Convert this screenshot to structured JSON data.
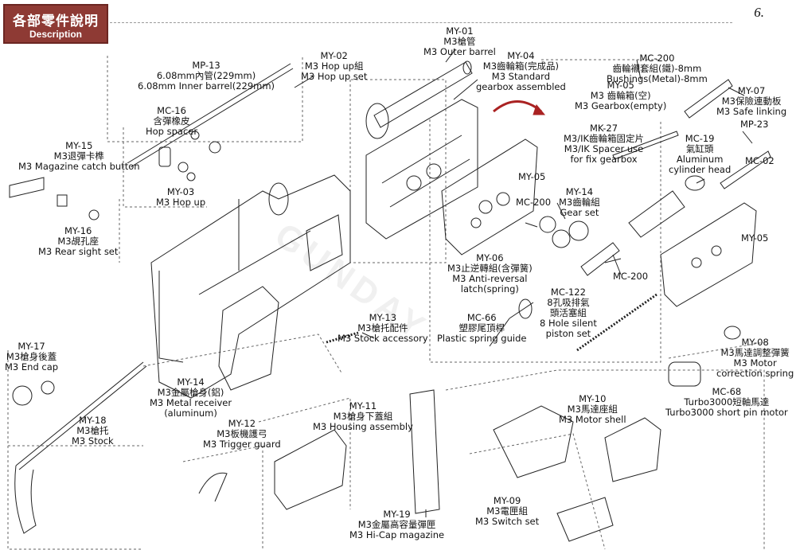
{
  "header": {
    "title_zh": "各部零件說明",
    "title_en": "Description"
  },
  "page_number": "6.",
  "watermark": "GUNDAY",
  "parts": [
    {
      "id": "my01",
      "code": "MY-01",
      "zh": "M3槍管",
      "en": "M3 Outer barrel"
    },
    {
      "id": "my02",
      "code": "MY-02",
      "zh": "M3 Hop up組",
      "en": "M3 Hop up set"
    },
    {
      "id": "mp13",
      "code": "MP-13",
      "zh": "6.08mm內管(229mm)",
      "en": "6.08mm Inner barrel(229mm)"
    },
    {
      "id": "mc16",
      "code": "MC-16",
      "zh": "含彈橡皮",
      "en": "Hop spacer"
    },
    {
      "id": "my15",
      "code": "MY-15",
      "zh": "M3退彈卡榫",
      "en": "M3 Magazine catch button"
    },
    {
      "id": "my03",
      "code": "MY-03",
      "zh": "M3 Hop up",
      "en": ""
    },
    {
      "id": "my16",
      "code": "MY-16",
      "zh": "M3覘孔座",
      "en": "M3 Rear sight set"
    },
    {
      "id": "my04",
      "code": "MY-04",
      "zh": "M3齒輪箱(完成品)",
      "en": "M3 Standard",
      "en2": "gearbox assembled"
    },
    {
      "id": "mc200a",
      "code": "MC-200",
      "zh": "齒輪襯套組(鐵)-8mm",
      "en": "Bushings(Metal)-8mm"
    },
    {
      "id": "my05a",
      "code": "MY-05",
      "zh": "M3 齒輪箱(空)",
      "en": "M3 Gearbox(empty)"
    },
    {
      "id": "my07",
      "code": "MY-07",
      "zh": "M3保險連動板",
      "en": "M3 Safe linking"
    },
    {
      "id": "mp23",
      "code": "MP-23",
      "zh": "",
      "en": ""
    },
    {
      "id": "mk27",
      "code": "MK-27",
      "zh": "M3/IK齒輪箱固定片",
      "en": "M3/IK Spacer use",
      "en2": "for fix gearbox"
    },
    {
      "id": "mc19",
      "code": "MC-19",
      "zh": "氣缸頭",
      "en": "Aluminum",
      "en2": "cylinder head"
    },
    {
      "id": "mc02",
      "code": "MC-02",
      "zh": "",
      "en": ""
    },
    {
      "id": "my05b",
      "code": "MY-05",
      "zh": "",
      "en": ""
    },
    {
      "id": "mc200b",
      "code": "MC-200",
      "zh": "",
      "en": ""
    },
    {
      "id": "my14g",
      "code": "MY-14",
      "zh": "M3齒輪組",
      "en": "Gear set"
    },
    {
      "id": "my05c",
      "code": "MY-05",
      "zh": "",
      "en": ""
    },
    {
      "id": "mc200c",
      "code": "MC-200",
      "zh": "",
      "en": ""
    },
    {
      "id": "my06",
      "code": "MY-06",
      "zh": "M3止逆轉組(含彈簧)",
      "en": "M3 Anti-reversal",
      "en2": "latch(spring)"
    },
    {
      "id": "mc122",
      "code": "MC-122",
      "zh": "8孔吸排氣",
      "zh2": "頭活塞組",
      "en": "8 Hole silent",
      "en2": "piston set"
    },
    {
      "id": "mc66",
      "code": "MC-66",
      "zh": "塑膠尾頂桿",
      "en": "Plastic spring guide"
    },
    {
      "id": "my13",
      "code": "MY-13",
      "zh": "M3槍托配件",
      "en": "M3 Stock accessory"
    },
    {
      "id": "my17",
      "code": "MY-17",
      "zh": "M3槍身後蓋",
      "en": "M3 End cap"
    },
    {
      "id": "my14",
      "code": "MY-14",
      "zh": "M3金屬槍身(鋁)",
      "en": "M3 Metal receiver",
      "en2": "(aluminum)"
    },
    {
      "id": "my08",
      "code": "MY-08",
      "zh": "M3馬達調整彈簧",
      "en": "M3 Motor",
      "en2": "correction spring"
    },
    {
      "id": "mc68",
      "code": "MC-68",
      "zh": "Turbo3000短軸馬達",
      "en": "Turbo3000 short pin motor"
    },
    {
      "id": "my10",
      "code": "MY-10",
      "zh": "M3馬達座組",
      "en": "M3 Motor shell"
    },
    {
      "id": "my11",
      "code": "MY-11",
      "zh": "M3槍身下蓋組",
      "en": "M3 Housing assembly"
    },
    {
      "id": "my18",
      "code": "MY-18",
      "zh": "M3槍托",
      "en": "M3 Stock"
    },
    {
      "id": "my12",
      "code": "MY-12",
      "zh": "M3板機護弓",
      "en": "M3 Trigger guard"
    },
    {
      "id": "my09",
      "code": "MY-09",
      "zh": "M3電匣組",
      "en": "M3 Switch set"
    },
    {
      "id": "my19",
      "code": "MY-19",
      "zh": "M3金屬高容量彈匣",
      "en": "M3 Hi-Cap magazine"
    }
  ]
}
